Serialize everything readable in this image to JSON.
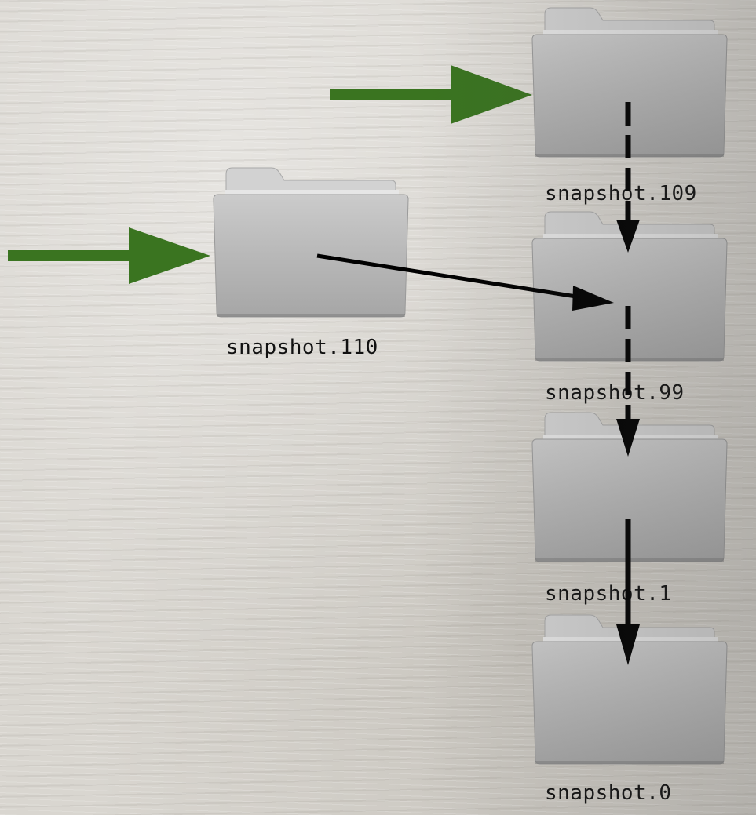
{
  "diagram": {
    "colors": {
      "folder_body": "#b4b4b4",
      "folder_tab": "#cfcfcf",
      "green_arrow": "#3a7420",
      "black_arrow": "#000000",
      "label_text": "#111111"
    },
    "folders": [
      {
        "id": "snapshot-110",
        "label": "snapshot.110",
        "icon": "folder-icon"
      },
      {
        "id": "snapshot-109",
        "label": "snapshot.109",
        "icon": "folder-icon"
      },
      {
        "id": "snapshot-99",
        "label": "snapshot.99",
        "icon": "folder-icon"
      },
      {
        "id": "snapshot-1",
        "label": "snapshot.1",
        "icon": "folder-icon"
      },
      {
        "id": "snapshot-0",
        "label": "snapshot.0",
        "icon": "folder-icon"
      }
    ],
    "arrows": [
      {
        "from": "",
        "to": "snapshot-110",
        "style": "green-thick"
      },
      {
        "from": "",
        "to": "snapshot-109",
        "style": "green-thick"
      },
      {
        "from": "snapshot-110",
        "to": "snapshot-99",
        "style": "solid"
      },
      {
        "from": "snapshot-109",
        "to": "snapshot-99",
        "style": "dashed"
      },
      {
        "from": "snapshot-99",
        "to": "snapshot-1",
        "style": "dashed"
      },
      {
        "from": "snapshot-1",
        "to": "snapshot-0",
        "style": "solid"
      }
    ]
  }
}
